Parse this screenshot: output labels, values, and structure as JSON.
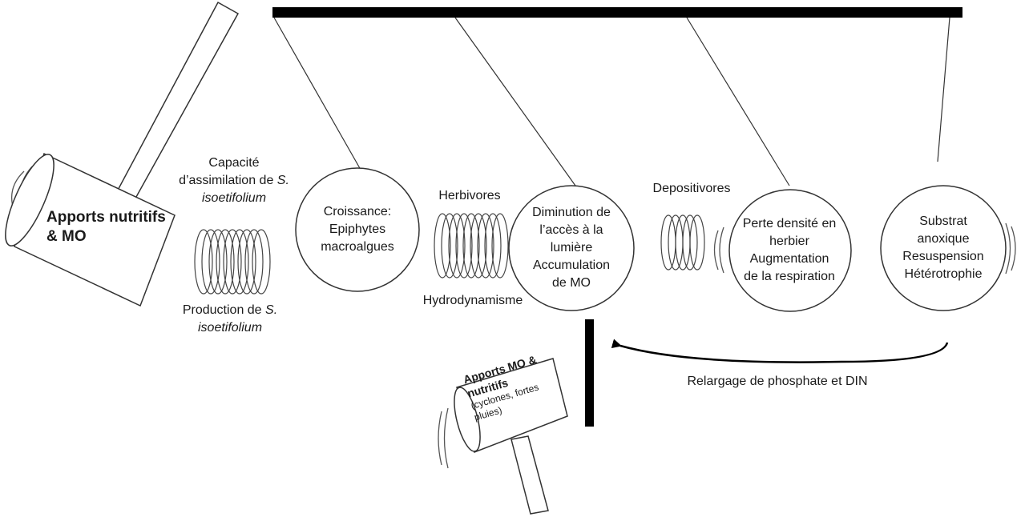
{
  "hammers": {
    "left": {
      "title": "Apports nutritifs & MO"
    },
    "bottom": {
      "title": "Apports MO & nutritifs",
      "subtitle": "(cyclones, fortes pluies)"
    }
  },
  "springs": {
    "s1": {
      "top_prefix": "Capacité d’assimilation de ",
      "top_italic": "S. isoetifolium",
      "bottom_prefix": "Production de ",
      "bottom_italic": "S. isoetifolium"
    },
    "s2": {
      "top": "Herbivores",
      "bottom": "Hydrodynamisme"
    },
    "s3": {
      "top": "Depositivores"
    }
  },
  "balls": [
    {
      "lines": [
        "Croissance:",
        "Epiphytes",
        "macroalgues"
      ]
    },
    {
      "lines": [
        "Diminution de",
        "l’accès à la",
        "lumière",
        "Accumulation",
        "de MO"
      ]
    },
    {
      "lines": [
        "Perte densité en",
        "herbier",
        "Augmentation",
        "de la respiration"
      ]
    },
    {
      "lines": [
        "Substrat",
        "anoxique",
        "Resuspension",
        "Hétérotrophie"
      ]
    }
  ],
  "feedback": {
    "label": "Relargage de phosphate et DIN"
  }
}
